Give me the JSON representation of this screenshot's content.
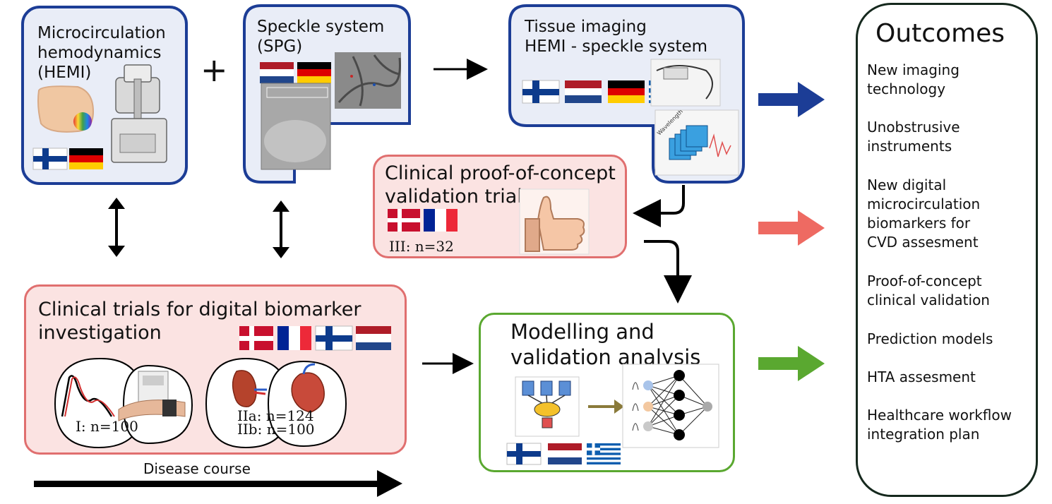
{
  "hemi": {
    "title": "Microcirculation\nhemodynamics\n(HEMI)",
    "flags": [
      "fi",
      "de"
    ]
  },
  "speckle": {
    "title": "Speckle system\n(SPG)",
    "flags": [
      "nl",
      "de"
    ]
  },
  "tissue": {
    "title": "Tissue imaging\nHEMI - speckle system",
    "flags": [
      "fi",
      "nl",
      "de",
      "gr"
    ],
    "axis_label": "Wavelength"
  },
  "proof": {
    "title": "Clinical proof-of-concept\nvalidation trials",
    "flags": [
      "dk",
      "fr"
    ],
    "n_label": "III: n=32",
    "icon": "thumbs-up-icon"
  },
  "trials": {
    "title": "Clinical trials for digital biomarker\ninvestigation",
    "flags": [
      "dk",
      "fr",
      "fi",
      "nl"
    ],
    "group1": "I: n=100",
    "group2a": "IIa: n=124",
    "group2b": "IIb: n=100"
  },
  "timeline": {
    "label": "Disease course"
  },
  "modelling": {
    "title": "Modelling and\nvalidation analysis",
    "flags": [
      "fi",
      "nl",
      "gr"
    ]
  },
  "plus_sign": "+",
  "outcomes": {
    "title": "Outcomes",
    "items": [
      "New imaging\ntechnology",
      "Unobstrusive\ninstruments",
      "New digital\nmicrocirculation\nbiomarkers for\nCVD assesment",
      "Proof-of-concept\nclinical validation",
      "Prediction models",
      "HTA assesment",
      "Healthcare workflow\nintegration plan"
    ]
  },
  "colors": {
    "blue": "#1c3d96",
    "red": "#e06f6f",
    "green": "#5aa830",
    "dark": "#15281d"
  }
}
